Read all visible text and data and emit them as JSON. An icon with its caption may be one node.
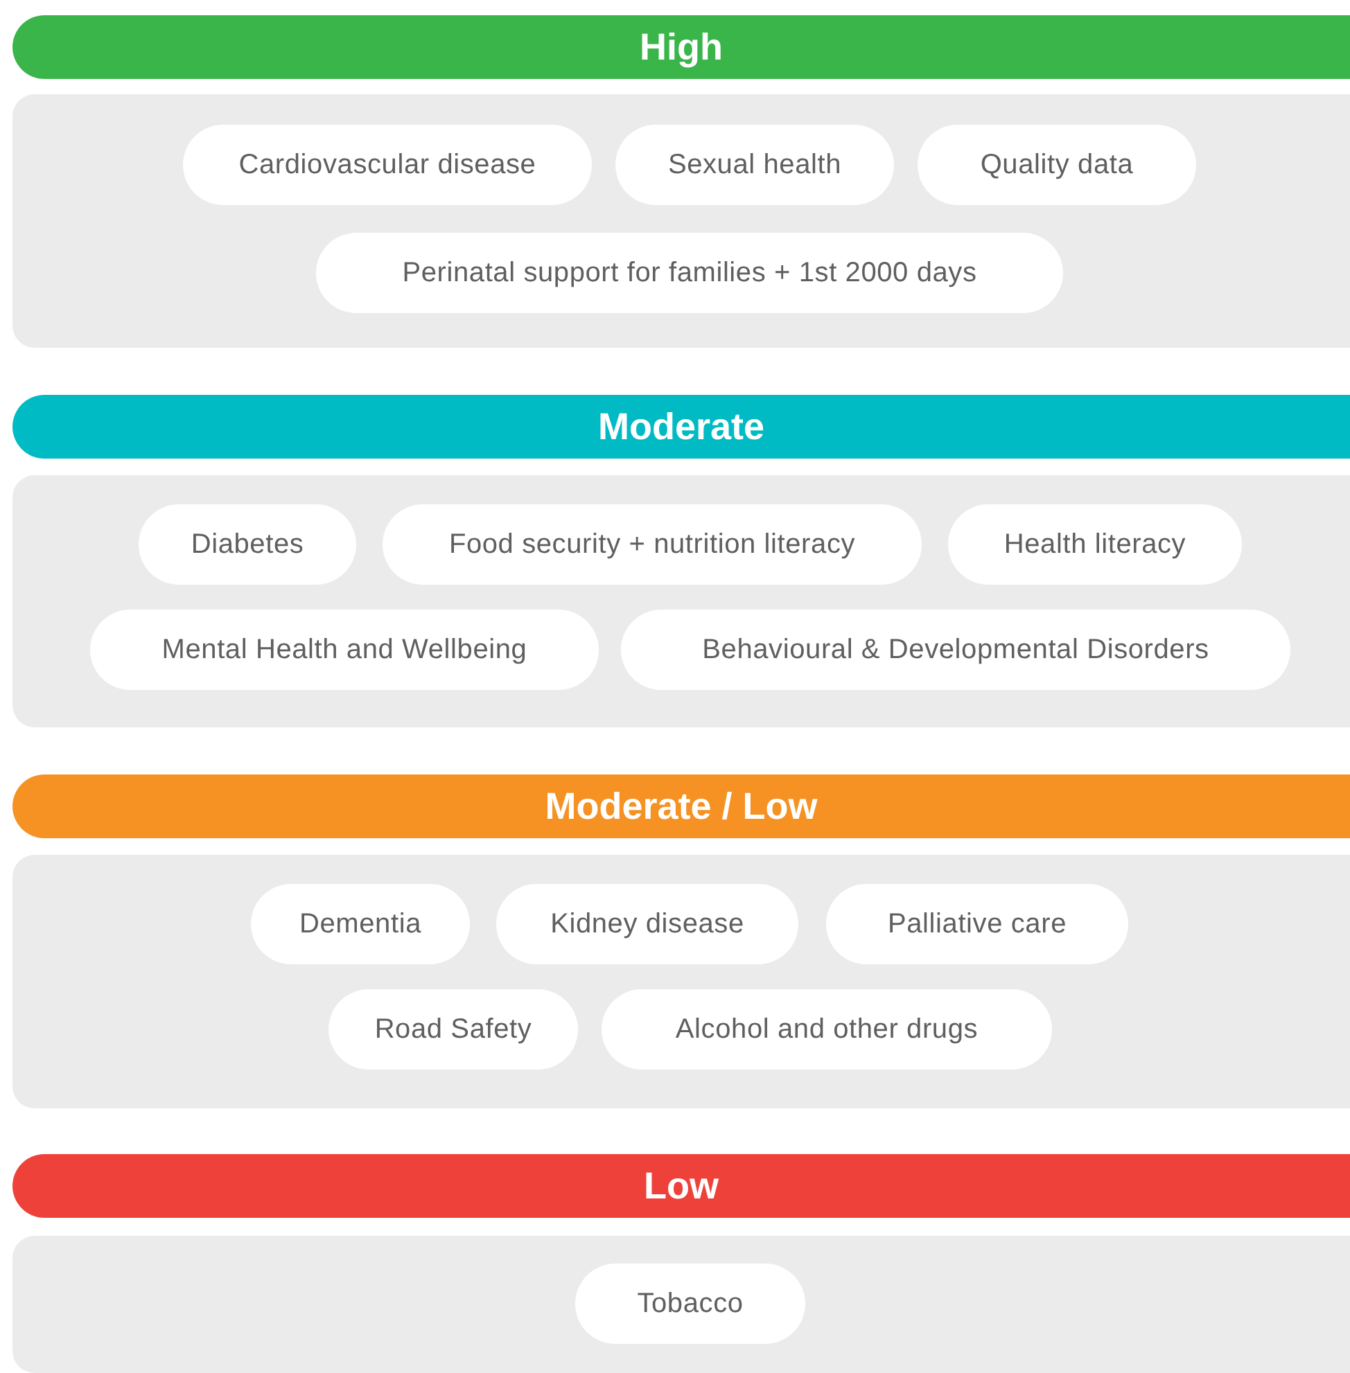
{
  "diagram": {
    "nodes": [
      {
        "text": [
          "High"
        ]
      },
      {
        "text": [],
        "shape": "box"
      },
      {
        "text": [
          "Cardiovascular disease"
        ],
        "in": 1
      },
      {
        "text": [
          "Sexual health"
        ],
        "in": 1
      },
      {
        "text": [
          "Quality data"
        ],
        "in": 1
      },
      {
        "text": [
          "Perinatal support for families + 1st 2000 days"
        ],
        "in": 1
      },
      {
        "text": [
          "Moderate"
        ]
      },
      {
        "text": [],
        "shape": "box"
      },
      {
        "text": [
          "Diabetes"
        ],
        "in": 7
      },
      {
        "text": [
          "Food security + nutrition literacy"
        ],
        "in": 7
      },
      {
        "text": [
          "Health literacy"
        ],
        "in": 7
      },
      {
        "text": [
          "Mental Health and Wellbeing"
        ],
        "in": 7
      },
      {
        "text": [
          "Behavioural & Developmental Disorders"
        ],
        "in": 7
      },
      {
        "text": [
          "Moderate / Low"
        ]
      },
      {
        "text": [],
        "shape": "box"
      },
      {
        "text": [
          "Dementia"
        ],
        "in": 14
      },
      {
        "text": [
          "Kidney disease"
        ],
        "in": 14
      },
      {
        "text": [
          "Palliative care"
        ],
        "in": 14
      },
      {
        "text": [
          "Road Safety"
        ],
        "in": 14
      },
      {
        "text": [
          "Alcohol and other drugs"
        ],
        "in": 14
      },
      {
        "text": [
          "Low"
        ]
      },
      {
        "text": [],
        "shape": "box"
      },
      {
        "text": [
          "Tobacco"
        ],
        "in": 21
      }
    ],
    "edges": []
  }
}
